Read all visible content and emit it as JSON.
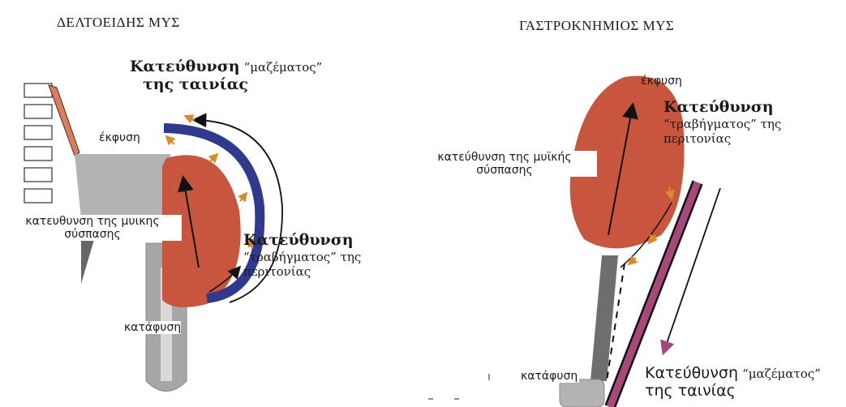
{
  "left": {
    "title": "ΔΕΛΤΟΕΙΔΗΣ ΜΥΣ",
    "pull_dir_line1": "Κατεύθυνση",
    "pull_dir_line1_small": "“μαζέματος”",
    "pull_dir_line2": "της ταινίας",
    "origin_label": "έκφυση",
    "contraction_line1": "κατευθυνση της μυικης",
    "contraction_line2": "σύσπασης",
    "push_dir_line1": "Κατεύθυνση",
    "push_dir_line2a": "“τραβήγματος”",
    "push_dir_line2b": " της",
    "push_dir_line3": "περιτονίας",
    "insertion_label": "κατάφυση"
  },
  "right": {
    "title": "ΓΑΣΤΡΟΚΝΗΜΙΟΣ ΜΥΣ",
    "origin_label": "έκφυση",
    "push_dir_line1": "Κατεύθυνση",
    "push_dir_line2": "“τραβήγματος” της",
    "push_dir_line3": "περιτονίας",
    "contraction_line1": "κατεύθυνση της μυϊκής",
    "contraction_line2": "σύσπασης",
    "insertion_label": "κατάφυση",
    "pull_dir_line1": "Κατεύθυνση",
    "pull_dir_line1_small": "“μαζέματος”",
    "pull_dir_line2": "της ταινίας"
  },
  "colors": {
    "muscle": "#c8553d",
    "tape_blue": "#2f3a8f",
    "tape_pink": "#a8477a",
    "bone": "#a6a6a6",
    "bone_dark": "#6e6e6e",
    "arrow_orange": "#d98a2b"
  }
}
